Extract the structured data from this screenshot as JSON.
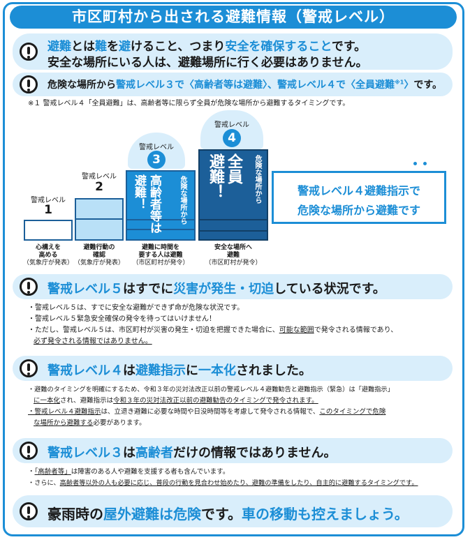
{
  "title": "市区町村から出される避難情報（警戒レベル）",
  "p1": {
    "l1_a": "避難",
    "l1_b": "とは",
    "l1_c": "難",
    "l1_d": "を",
    "l1_e": "避",
    "l1_f": "けること、つまり",
    "l1_g": "安全を確保すること",
    "l1_h": "です。",
    "l2": "安全な場所にいる人は、避難場所に行く必要はありません。"
  },
  "p2": {
    "a": "危険な場所から",
    "b": "警戒レベル３で〈高齢者等は避難〉、警戒レベル４で〈全員避難",
    "c": "※1",
    "d": "〉",
    "e": "です。"
  },
  "footnote": "※１ 警戒レベル４「全員避難」は、高齢者等に限らず全員が危険な場所から避難するタイミングです。",
  "chart": {
    "level_word": "警戒レベル",
    "levels": [
      "1",
      "2",
      "3",
      "4"
    ],
    "l3_main": "高齢者等は",
    "l3_main2": "避難！",
    "l3_side": "危険な場所から",
    "l4_main": "全員",
    "l4_main2": "避難！",
    "l4_side": "危険な場所から",
    "cap1": [
      "心構えを",
      "高める",
      "（気象庁が発表）"
    ],
    "cap2": [
      "避難行動の",
      "確認",
      "（気象庁が発表）"
    ],
    "cap3": [
      "避難に時間を",
      "要する人は避難",
      "（市区町村が発令）"
    ],
    "cap4": [
      "安全な場所へ",
      "避難",
      "（市区町村が発令）"
    ],
    "callout_l1": "警戒レベル４避難指示で",
    "callout_l2": "危険な場所から避難です"
  },
  "p3": {
    "a": "警戒レベル５",
    "b": "はすでに",
    "c": "災害が発生・切迫",
    "d": "している状況です。"
  },
  "n3": [
    "・警戒レベル５は、すでに安全な避難ができず命が危険な状況です。",
    "・警戒レベル５緊急安全確保の発令を待ってはいけません！",
    "・ただし、警戒レベル５は、市区町村が災害の発生・切迫を把握できた場合に、",
    "可能な範囲",
    "で発令される情報であり、",
    "必ず発令される情報ではありません。"
  ],
  "p4": {
    "a": "警戒レベル４",
    "b": "は",
    "c": "避難指示",
    "d": "に",
    "e": "一本化",
    "f": "されました。"
  },
  "n4": [
    "・避難のタイミングを明確にするため、令和３年の災対法改正以前の警戒レベル４避難勧告と避難指示（緊急）は「避難指示」",
    "に一本化",
    "され、避難指示は",
    "令和３年の災対法改正以前の避難勧告のタイミングで発令されます。",
    "・警戒レベル４避難指示",
    "は、立退き避難に必要な時間や日没時間等を考慮して発令される情報で、",
    "このタイミングで危険",
    "な場所から避難する",
    "必要があります。"
  ],
  "p5": {
    "a": "警戒レベル３",
    "b": "は",
    "c": "高齢者",
    "d": "だけの情報ではありません。"
  },
  "n5": [
    "・",
    "「高齢者等」",
    "は障害のある人や避難を支援する者も含んでいます。",
    "・さらに、",
    "高齢者等以外の人も必要に応じ、普段の行動を見合わせ始めたり、避難の準備をしたり、自主的に避難するタイミングです。"
  ],
  "p6": {
    "a": "豪雨時の",
    "b": "屋外避難は危険",
    "c": "です。",
    "d": "車の移動も控えましょう。"
  },
  "colors": {
    "accent": "#1c8ed6",
    "pill": "#d9eefb",
    "dark_blue": "#1c5f99"
  }
}
